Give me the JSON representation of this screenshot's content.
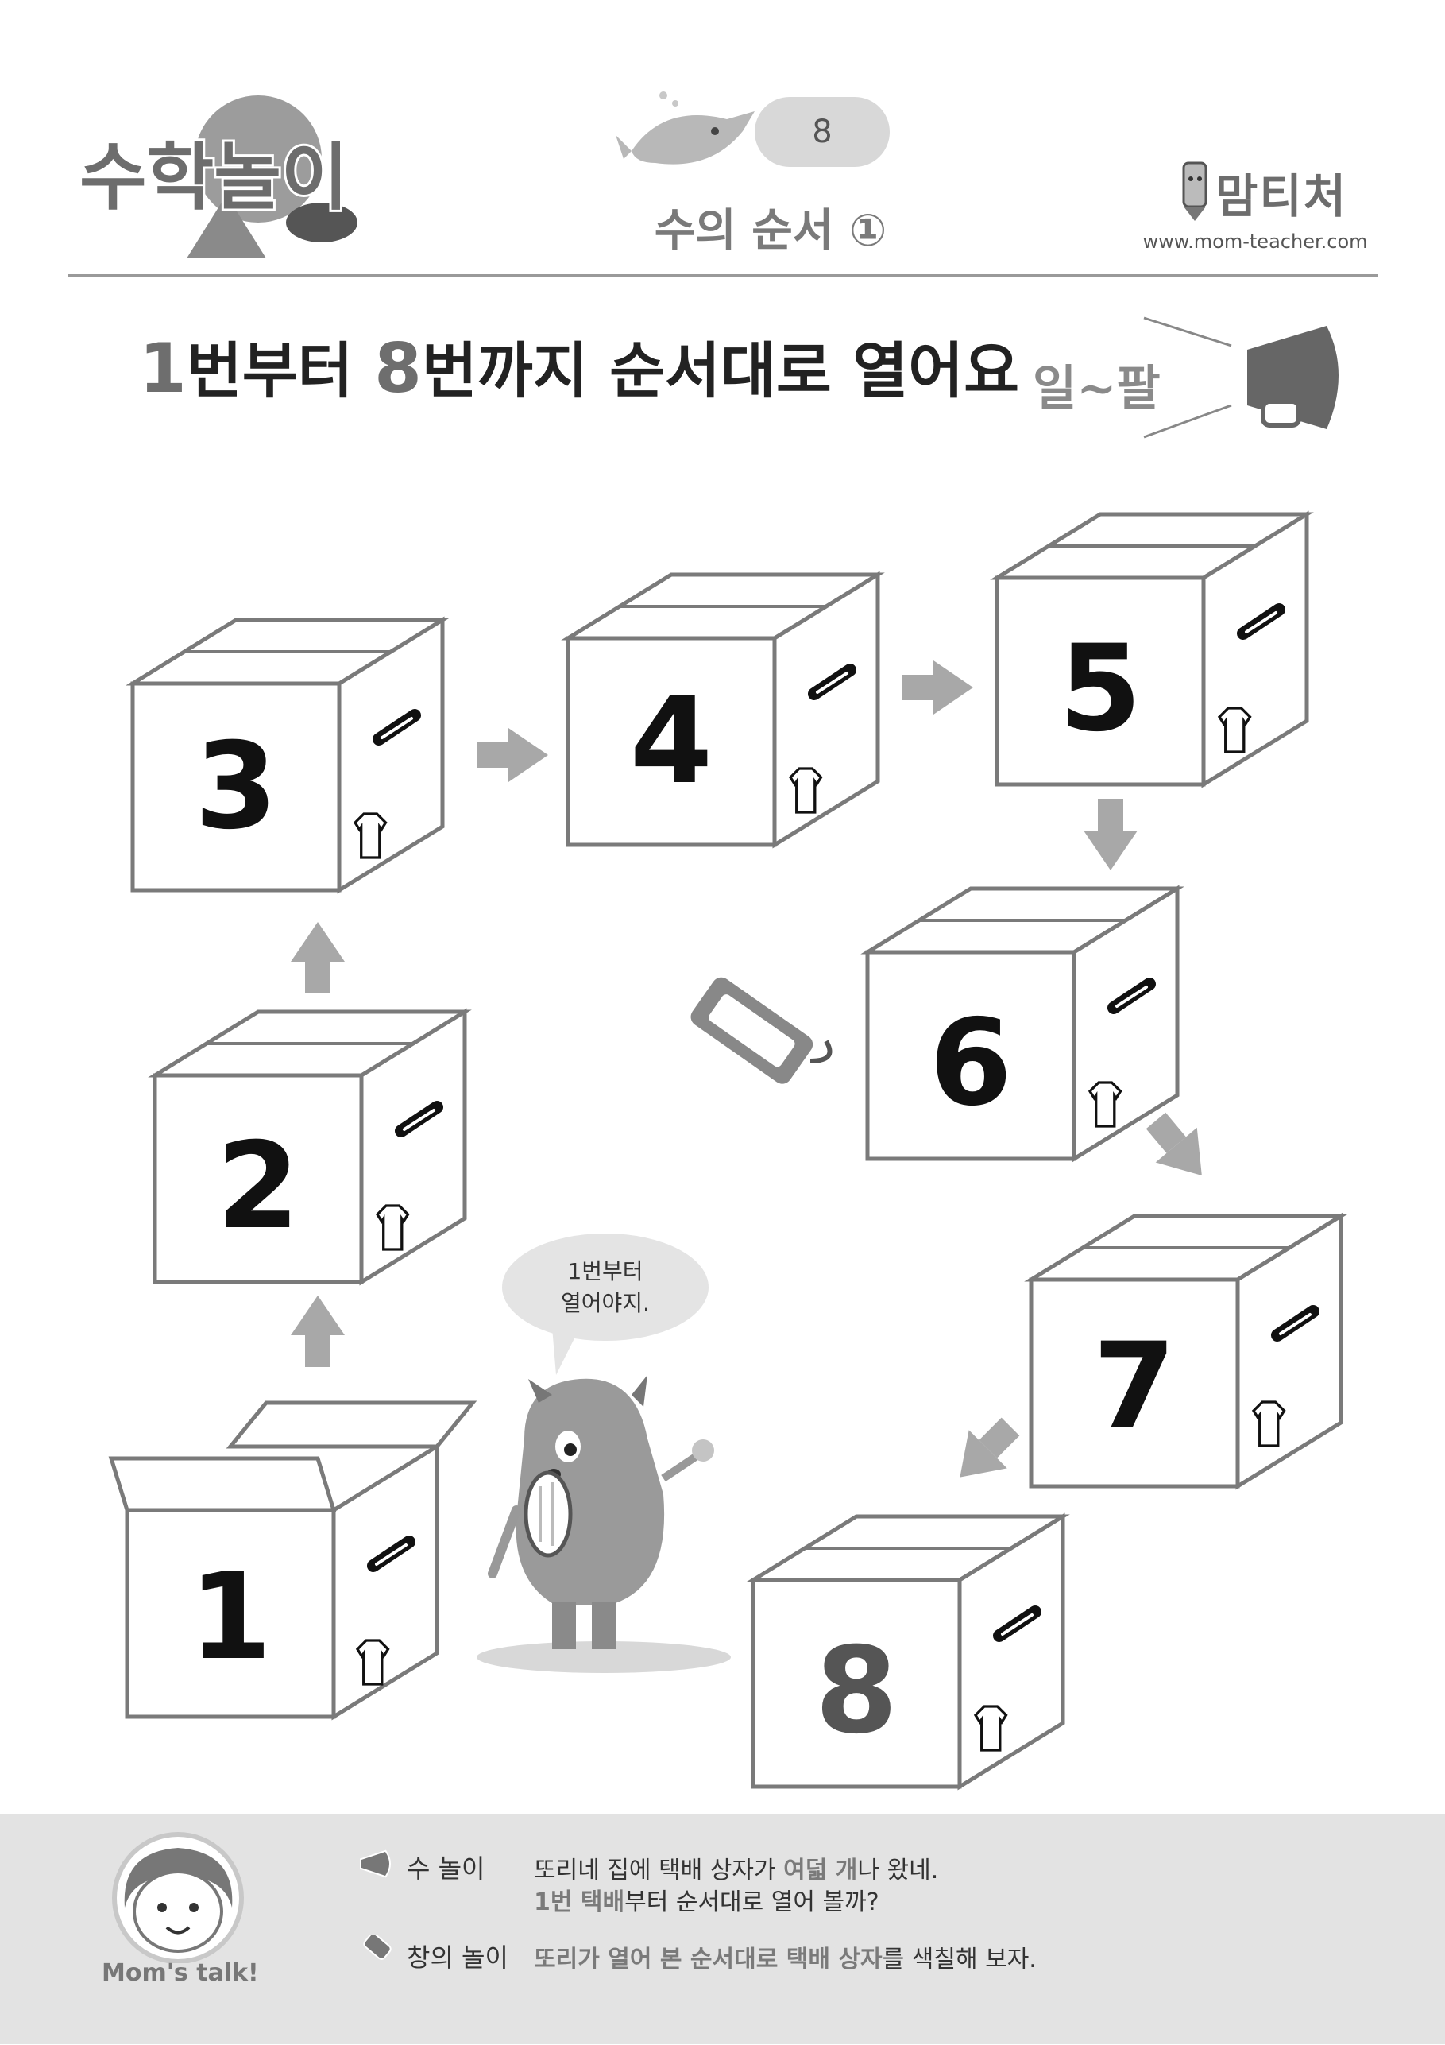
{
  "header": {
    "logo_text": "수학놀이",
    "page_number": "8",
    "title": "수의 순서 ①",
    "brand": "맘티처",
    "url": "www.mom-teacher.com"
  },
  "instruction": {
    "num_start": "1",
    "part1": "번부터 ",
    "num_end": "8",
    "part2": "번까지 순서대로 열어요",
    "read_label": "일~팔"
  },
  "boxes": [
    {
      "number": "1",
      "state": "open",
      "icon": "shirt-icon"
    },
    {
      "number": "2",
      "state": "closed",
      "icon": "coat-icon"
    },
    {
      "number": "3",
      "state": "closed",
      "icon": "overalls-icon"
    },
    {
      "number": "4",
      "state": "closed",
      "icon": "dress-icon"
    },
    {
      "number": "5",
      "state": "closed",
      "icon": "skirt-icon"
    },
    {
      "number": "6",
      "state": "closed",
      "icon": "pants-icon"
    },
    {
      "number": "7",
      "state": "closed",
      "icon": "socks-icon"
    },
    {
      "number": "8",
      "state": "closed",
      "icon": "sweater-icon",
      "number_color": "#555555"
    }
  ],
  "speech_bubble": {
    "line1": "1번부터",
    "line2": "열어야지."
  },
  "footer": {
    "mom_talk": "Mom's talk!",
    "row1_category": "수 놀이",
    "row1_line1_a": "또리네 집에 택배 상자가 ",
    "row1_line1_hl": "여덟 개",
    "row1_line1_b": "나 왔네.",
    "row1_line2_hl": "1번 택배",
    "row1_line2_b": "부터 순서대로 열어 볼까?",
    "row2_category": "창의 놀이",
    "row2_hl": "또리가 열어 본 순서대로 택배 상자",
    "row2_b": "를 색칠해 보자."
  },
  "colors": {
    "arrow": "#a8a8a8",
    "box_stroke": "#7a7a7a",
    "footer_bg": "#e3e3e3"
  }
}
